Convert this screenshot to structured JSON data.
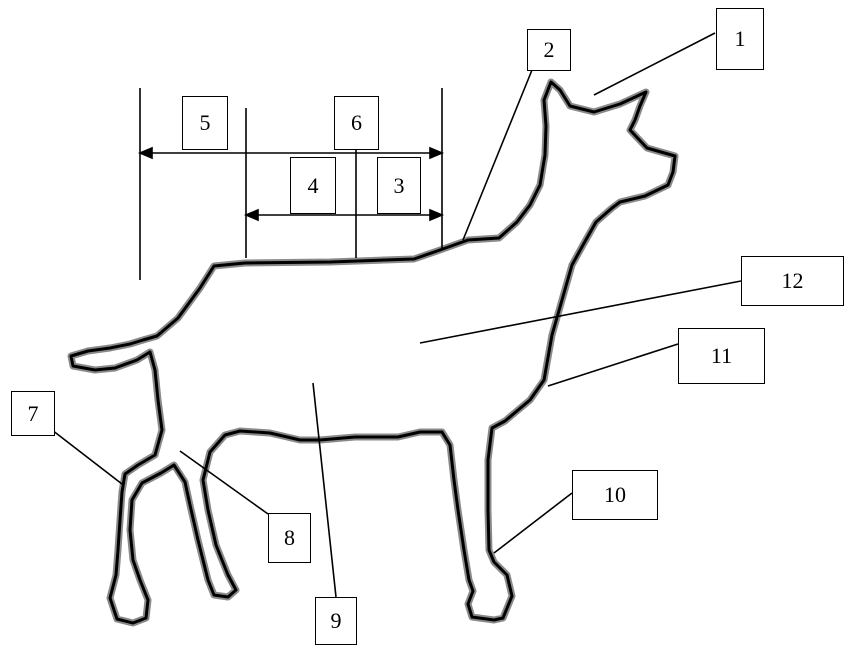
{
  "diagram": {
    "labels": [
      "1",
      "2",
      "3",
      "4",
      "5",
      "6",
      "7",
      "8",
      "9",
      "10",
      "11",
      "12"
    ],
    "colors": {
      "ink": "#000000",
      "background": "#ffffff",
      "outline_shadow": "#8a8a8a"
    }
  }
}
